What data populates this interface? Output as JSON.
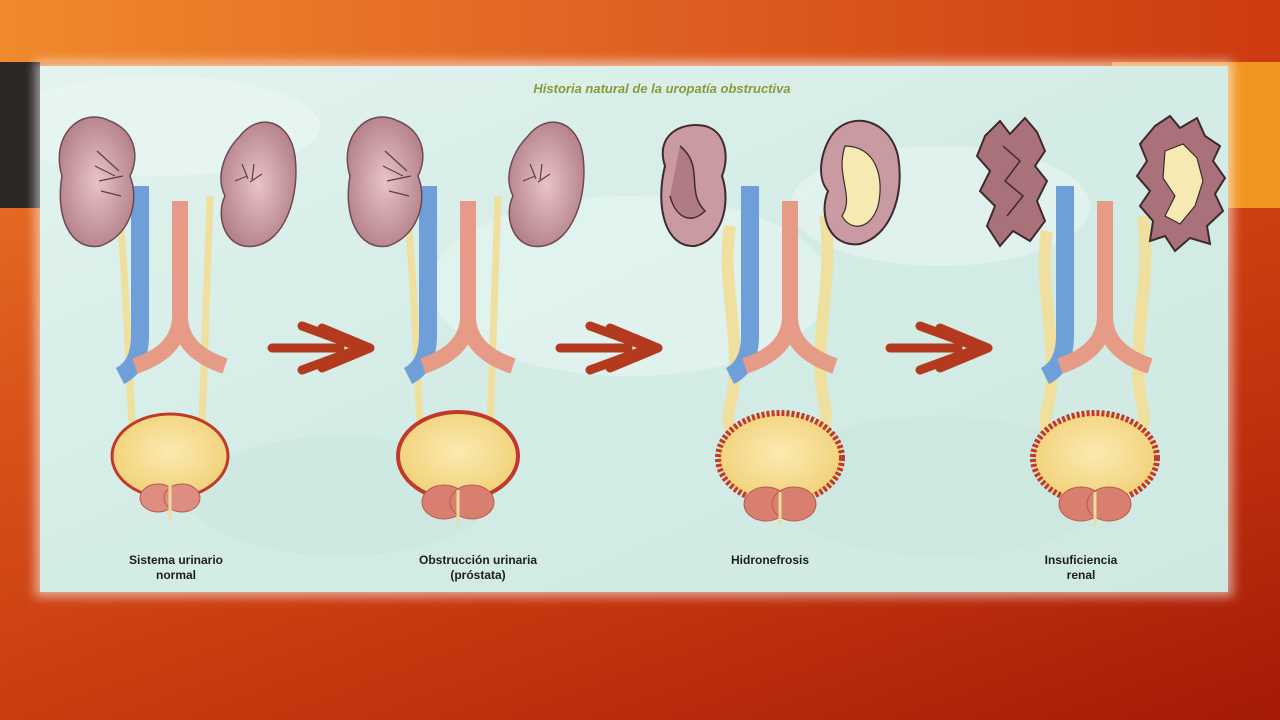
{
  "diagram": {
    "title": "Historia natural de la uropatía obstructiva",
    "stages": [
      {
        "line1": "Sistema urinario",
        "line2": "normal"
      },
      {
        "line1": "Obstrucción urinaria",
        "line2": "(próstata)"
      },
      {
        "line1": "Hidronefrosis",
        "line2": ""
      },
      {
        "line1": "Insuficiencia",
        "line2": "renal"
      }
    ]
  },
  "colors": {
    "panel_background": "#d8efe9",
    "title": "#8a9a3a",
    "kidney": "#b9858c",
    "kidney_light": "#e9c9cc",
    "vein": "#6f9fd8",
    "artery": "#e59b86",
    "ureter": "#f1e3a1",
    "bladder": "#f6dc8a",
    "bladder_wall": "#c1392b",
    "prostate": "#dd8e80",
    "arrow": "#b33a1f"
  }
}
